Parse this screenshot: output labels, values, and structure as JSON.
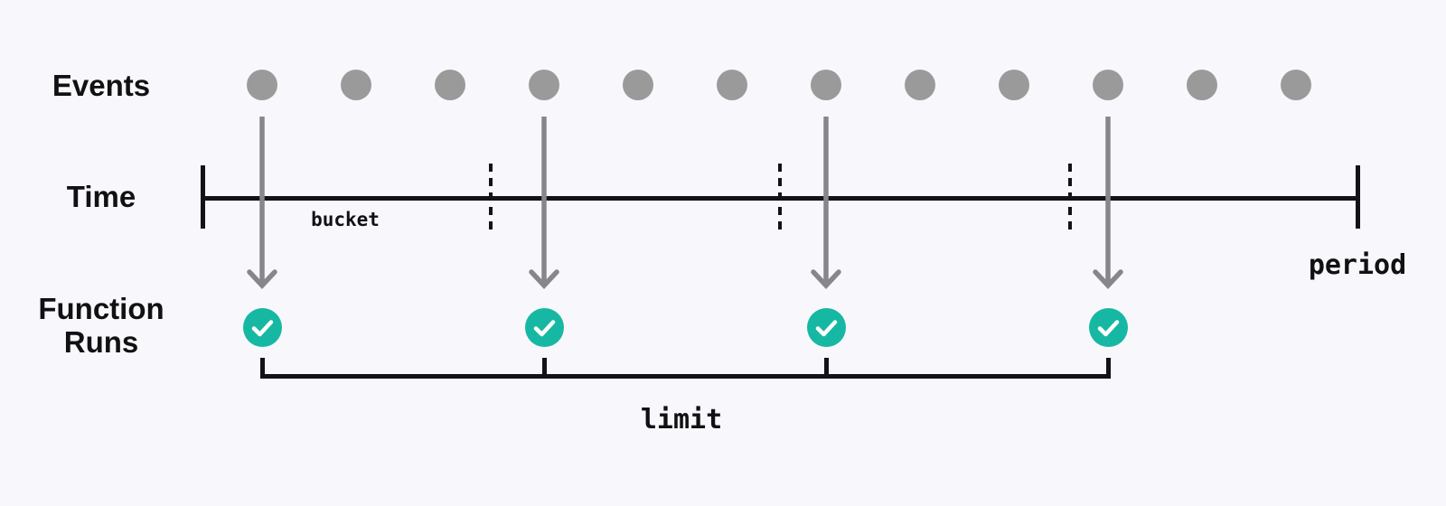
{
  "page": {
    "background": "#f8f8fc",
    "text_color": "#111114",
    "line_color": "#121217"
  },
  "rows": {
    "events_label": "Events",
    "time_label": "Time",
    "function_runs_label_line1": "Function",
    "function_runs_label_line2": "Runs"
  },
  "events": {
    "count": 12,
    "dot_color": "#9a9a9a"
  },
  "function_runs": {
    "count": 4,
    "event_indices": [
      0,
      3,
      6,
      9
    ],
    "circle_color": "#17b8a3",
    "check_color": "#ffffff",
    "icon": "checkmark"
  },
  "arrows": {
    "color": "#87878b"
  },
  "timeline": {
    "bucket_label": "bucket",
    "period_label": "period",
    "limit_label": "limit",
    "bucket_divider_count": 3
  }
}
